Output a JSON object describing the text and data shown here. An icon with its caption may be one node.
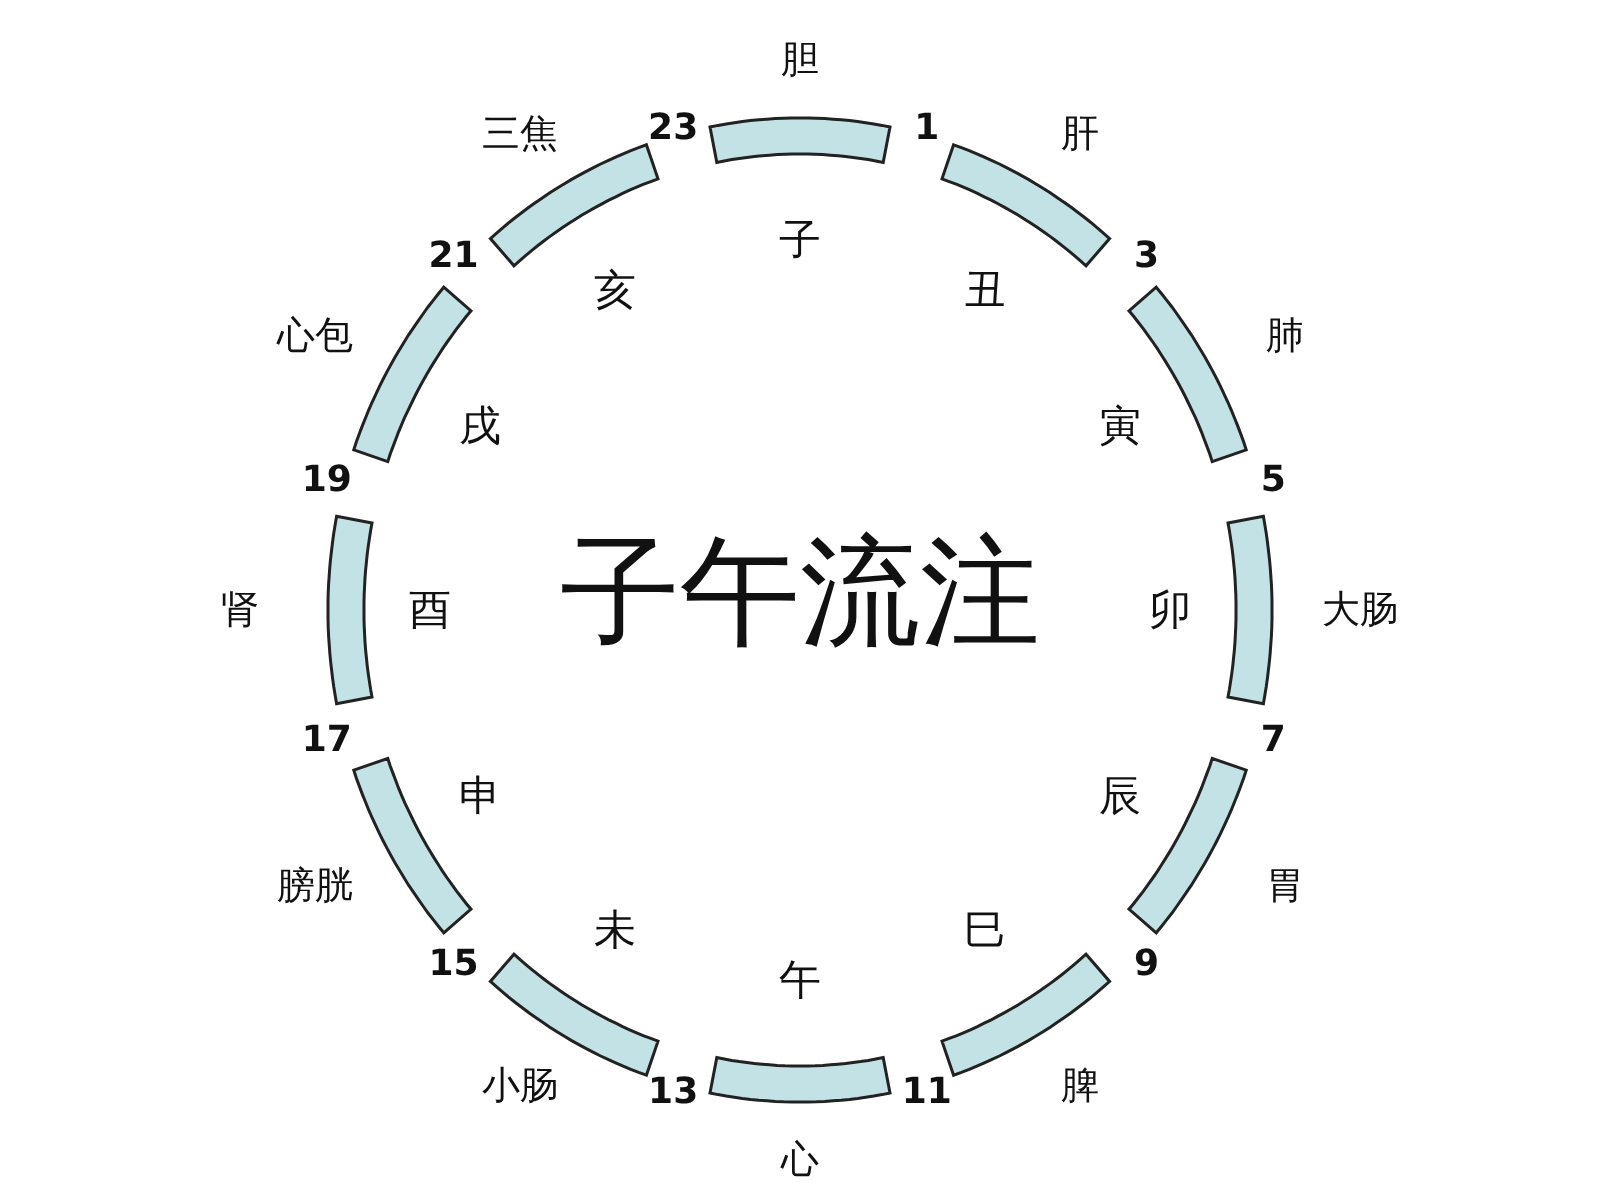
{
  "diagram": {
    "title": "子午流注",
    "nodes": [
      {
        "text": [],
        "shape": "bar",
        "beside": [
          "胆",
          "子"
        ]
      },
      {
        "text": [],
        "shape": "bar",
        "beside": [
          "肝",
          "丑"
        ]
      },
      {
        "text": [],
        "shape": "bar",
        "beside": [
          "肺",
          "寅"
        ]
      },
      {
        "text": [],
        "shape": "bar",
        "beside": [
          "大肠",
          "卯"
        ]
      },
      {
        "text": [],
        "shape": "bar",
        "beside": [
          "胃",
          "辰"
        ]
      },
      {
        "text": [],
        "shape": "bar",
        "beside": [
          "脾",
          "巳"
        ]
      },
      {
        "text": [],
        "shape": "bar",
        "beside": [
          "心",
          "午"
        ]
      },
      {
        "text": [],
        "shape": "bar",
        "beside": [
          "小肠",
          "未"
        ]
      },
      {
        "text": [],
        "shape": "bar",
        "beside": [
          "膀胱",
          "申"
        ]
      },
      {
        "text": [],
        "shape": "bar",
        "beside": [
          "肾",
          "酉"
        ]
      },
      {
        "text": [],
        "shape": "bar",
        "beside": [
          "心包",
          "戌"
        ]
      },
      {
        "text": [],
        "shape": "bar",
        "beside": [
          "三焦",
          "亥"
        ]
      }
    ],
    "edges": [],
    "labels": [
      "1",
      "3",
      "5",
      "7",
      "9",
      "11",
      "13",
      "15",
      "17",
      "19",
      "21",
      "23"
    ]
  }
}
